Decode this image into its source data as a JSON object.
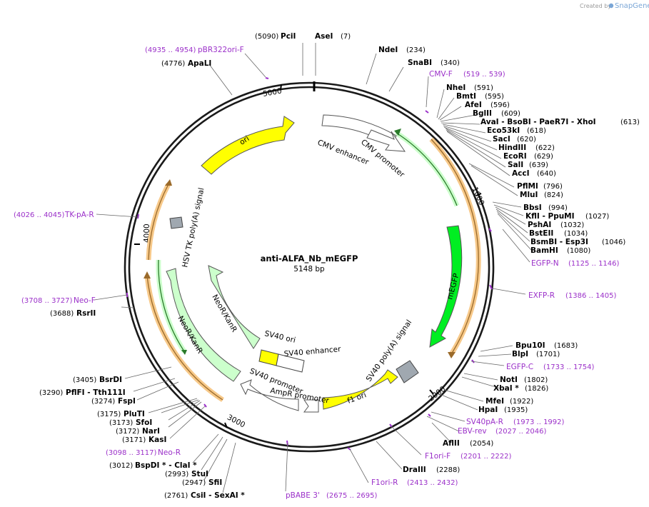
{
  "credit": {
    "created_by": "Created by",
    "brand": "SnapGene"
  },
  "plasmid": {
    "name": "anti-ALFA_Nb_mEGFP",
    "length": "5148 bp"
  },
  "ticks": [
    "1000",
    "2000",
    "3000",
    "4000",
    "5000"
  ],
  "features": {
    "ori": "ori",
    "cmv_enh": "CMV enhancer",
    "cmv_pro": "CMV promoter",
    "megfp": "mEGFP",
    "sv40pa": "SV40 poly(A) signal",
    "f1ori": "f1 ori",
    "ampr_pro": "AmpR promoter",
    "sv40_ori": "SV40 ori",
    "sv40_enh": "SV40 enhancer",
    "sv40_pro": "SV40 promoter",
    "neor_inner": "NeoR/KanR",
    "neor_outer": "NeoR/KanR",
    "hsv": "HSV TK poly(A) signal"
  },
  "sites": {
    "pcii": {
      "pos": "(5090)",
      "name": "PciI"
    },
    "asei": {
      "name": "AseI",
      "pos": "(7)"
    },
    "ndei": {
      "name": "NdeI",
      "pos": "(234)"
    },
    "snabi": {
      "name": "SnaBI",
      "pos": "(340)"
    },
    "nhei": {
      "name": "NheI",
      "pos": "(591)"
    },
    "bmti": {
      "name": "BmtI",
      "pos": "(595)"
    },
    "afei": {
      "name": "AfeI",
      "pos": "(596)"
    },
    "bglii": {
      "name": "BglII",
      "pos": "(609)"
    },
    "avai": {
      "name": "AvaI - BsoBI - PaeR7I - XhoI",
      "pos": "(613)"
    },
    "eco53ki": {
      "name": "Eco53kI",
      "pos": "(618)"
    },
    "saci": {
      "name": "SacI",
      "pos": "(620)"
    },
    "hindiii": {
      "name": "HindIII",
      "pos": "(622)"
    },
    "ecori": {
      "name": "EcoRI",
      "pos": "(629)"
    },
    "sali": {
      "name": "SalI",
      "pos": "(639)"
    },
    "acci": {
      "name": "AccI",
      "pos": "(640)"
    },
    "pflmi": {
      "name": "PflMI",
      "pos": "(796)"
    },
    "mlui": {
      "name": "MluI",
      "pos": "(824)"
    },
    "bbsi": {
      "name": "BbsI",
      "pos": "(994)"
    },
    "kfli": {
      "name": "KflI - PpuMI",
      "pos": "(1027)"
    },
    "pshai": {
      "name": "PshAI",
      "pos": "(1032)"
    },
    "bsteii": {
      "name": "BstEII",
      "pos": "(1034)"
    },
    "bsmbi": {
      "name": "BsmBI - Esp3I",
      "pos": "(1046)"
    },
    "bamhi": {
      "name": "BamHI",
      "pos": "(1080)"
    },
    "bpu10i": {
      "name": "Bpu10I",
      "pos": "(1683)"
    },
    "blpi": {
      "name": "BlpI",
      "pos": "(1701)"
    },
    "noti": {
      "name": "NotI",
      "pos": "(1802)"
    },
    "xbai": {
      "name": "XbaI *",
      "pos": "(1826)"
    },
    "mfei": {
      "name": "MfeI",
      "pos": "(1922)"
    },
    "hpai": {
      "name": "HpaI",
      "pos": "(1935)"
    },
    "aflii": {
      "name": "AflII",
      "pos": "(2054)"
    },
    "draiii": {
      "name": "DraIII",
      "pos": "(2288)"
    },
    "sexai": {
      "pos": "(2761)",
      "name": "CsiI - SexAI *"
    },
    "sfii": {
      "pos": "(2947)",
      "name": "SfiI"
    },
    "stui": {
      "pos": "(2993)",
      "name": "StuI"
    },
    "bspdi": {
      "pos": "(3012)",
      "name": "BspDI * - ClaI *"
    },
    "kasi": {
      "pos": "(3171)",
      "name": "KasI"
    },
    "nari": {
      "pos": "(3172)",
      "name": "NarI"
    },
    "sfoi": {
      "pos": "(3173)",
      "name": "SfoI"
    },
    "pluti": {
      "pos": "(3175)",
      "name": "PluTI"
    },
    "fspi": {
      "pos": "(3274)",
      "name": "FspI"
    },
    "pflfi": {
      "pos": "(3290)",
      "name": "PflFI - Tth111I"
    },
    "bsrdi": {
      "pos": "(3405)",
      "name": "BsrDI"
    },
    "rsrii": {
      "pos": "(3688)",
      "name": "RsrII"
    },
    "apali": {
      "pos": "(4776)",
      "name": "ApaLI"
    }
  },
  "primers": {
    "pbr322": {
      "range": "(4935 .. 4954)",
      "name": "pBR322ori-F"
    },
    "cmvf": {
      "name": "CMV-F",
      "range": "(519 .. 539)"
    },
    "egfpn": {
      "name": "EGFP-N",
      "range": "(1125 .. 1146)"
    },
    "exfpr": {
      "name": "EXFP-R",
      "range": "(1386 .. 1405)"
    },
    "egfpc": {
      "name": "EGFP-C",
      "range": "(1733 .. 1754)"
    },
    "sv40par": {
      "name": "SV40pA-R",
      "range": "(1973 .. 1992)"
    },
    "ebvrev": {
      "name": "EBV-rev",
      "range": "(2027 .. 2046)"
    },
    "f1orif": {
      "name": "F1ori-F",
      "range": "(2201 .. 2222)"
    },
    "f1orir": {
      "name": "F1ori-R",
      "range": "(2413 .. 2432)"
    },
    "pbabe": {
      "name": "pBABE 3'",
      "range": "(2675 .. 2695)"
    },
    "neor": {
      "range": "(3098 .. 3117)",
      "name": "Neo-R"
    },
    "neof": {
      "range": "(3708 .. 3727)",
      "name": "Neo-F"
    },
    "tkpa": {
      "range": "(4026 .. 4045)",
      "name": "TK-pA-R"
    }
  },
  "colors": {
    "backbone": "#1a1a1a",
    "ori": "#ffff00",
    "mEGFP": "#00ee22",
    "neor": "#ccffcc",
    "orf_band": "#f7c98a",
    "primer": "#9b30c9",
    "promoter": "#ffffff",
    "polyA": "#a0a8b0"
  }
}
